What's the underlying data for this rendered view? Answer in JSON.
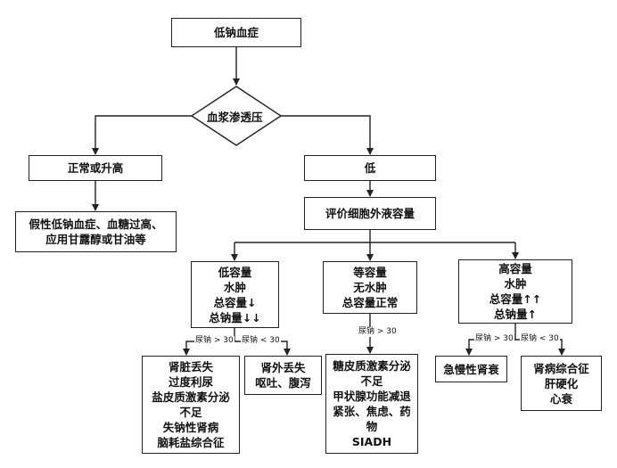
{
  "title": "低钠血症",
  "decision": "血浆渗透压",
  "branch_normal": "正常或升高",
  "branch_normal_result": [
    "假性低钠血症、血糖过高、",
    "应用甘露醇或甘油等"
  ],
  "branch_low": "低",
  "assess": "评价细胞外液容量",
  "hypovolemic": [
    "低容量",
    "水肿",
    "总容量↓",
    "总钠量↓↓"
  ],
  "euvolemic": [
    "等容量",
    "无水肿",
    "总容量正常"
  ],
  "hypervolemic": [
    "高容量",
    "水肿",
    "总容量↑↑",
    "总钠量↑"
  ],
  "cond_gt30": "尿钠 > 30",
  "cond_lt30": "尿钠 < 30",
  "renal_loss": [
    "肾脏丢失",
    "过度利尿",
    "盐皮质激素分泌",
    "不足",
    "失钠性肾病",
    "脑耗盐综合征"
  ],
  "extrarenal_loss": [
    "肾外丢失",
    "呕吐、腹泻"
  ],
  "euvolemic_causes": [
    "糖皮质激素分泌",
    "不足",
    "甲状腺功能减退",
    "紧张、焦虑、药",
    "物",
    "SIADH"
  ],
  "acute_chronic_renal": "急慢性肾衰",
  "hyper_causes": [
    "肾病综合征",
    "肝硬化",
    "心衰"
  ]
}
